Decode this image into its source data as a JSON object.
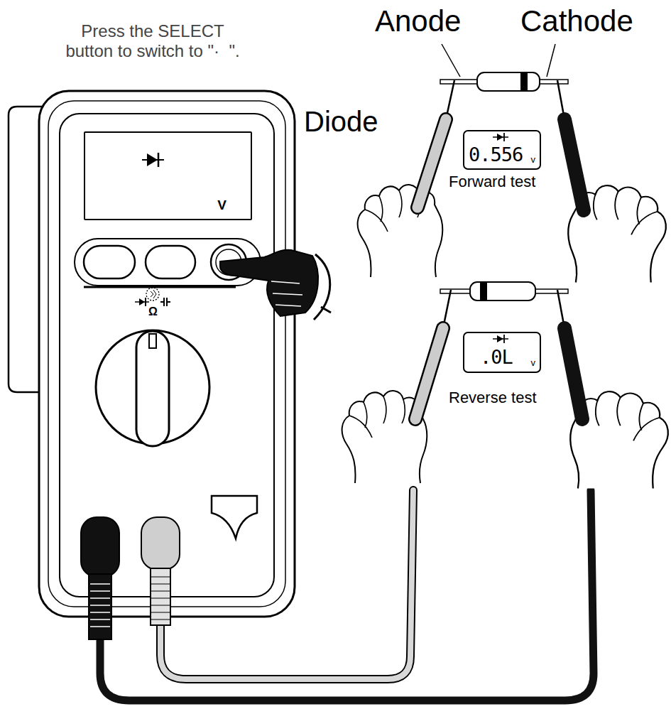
{
  "diagram": {
    "nodes": [
      {
        "text": [
          "V"
        ]
      },
      {
        "text": [
          "0.556",
          "v"
        ]
      },
      {
        "text": [
          ".0L",
          "v"
        ]
      }
    ],
    "labels": [
      "Press the SELECT button to switch to \"·  \".",
      "Anode",
      "Cathode",
      "Diode",
      "Forward test",
      "Reverse test",
      "Ω"
    ]
  }
}
